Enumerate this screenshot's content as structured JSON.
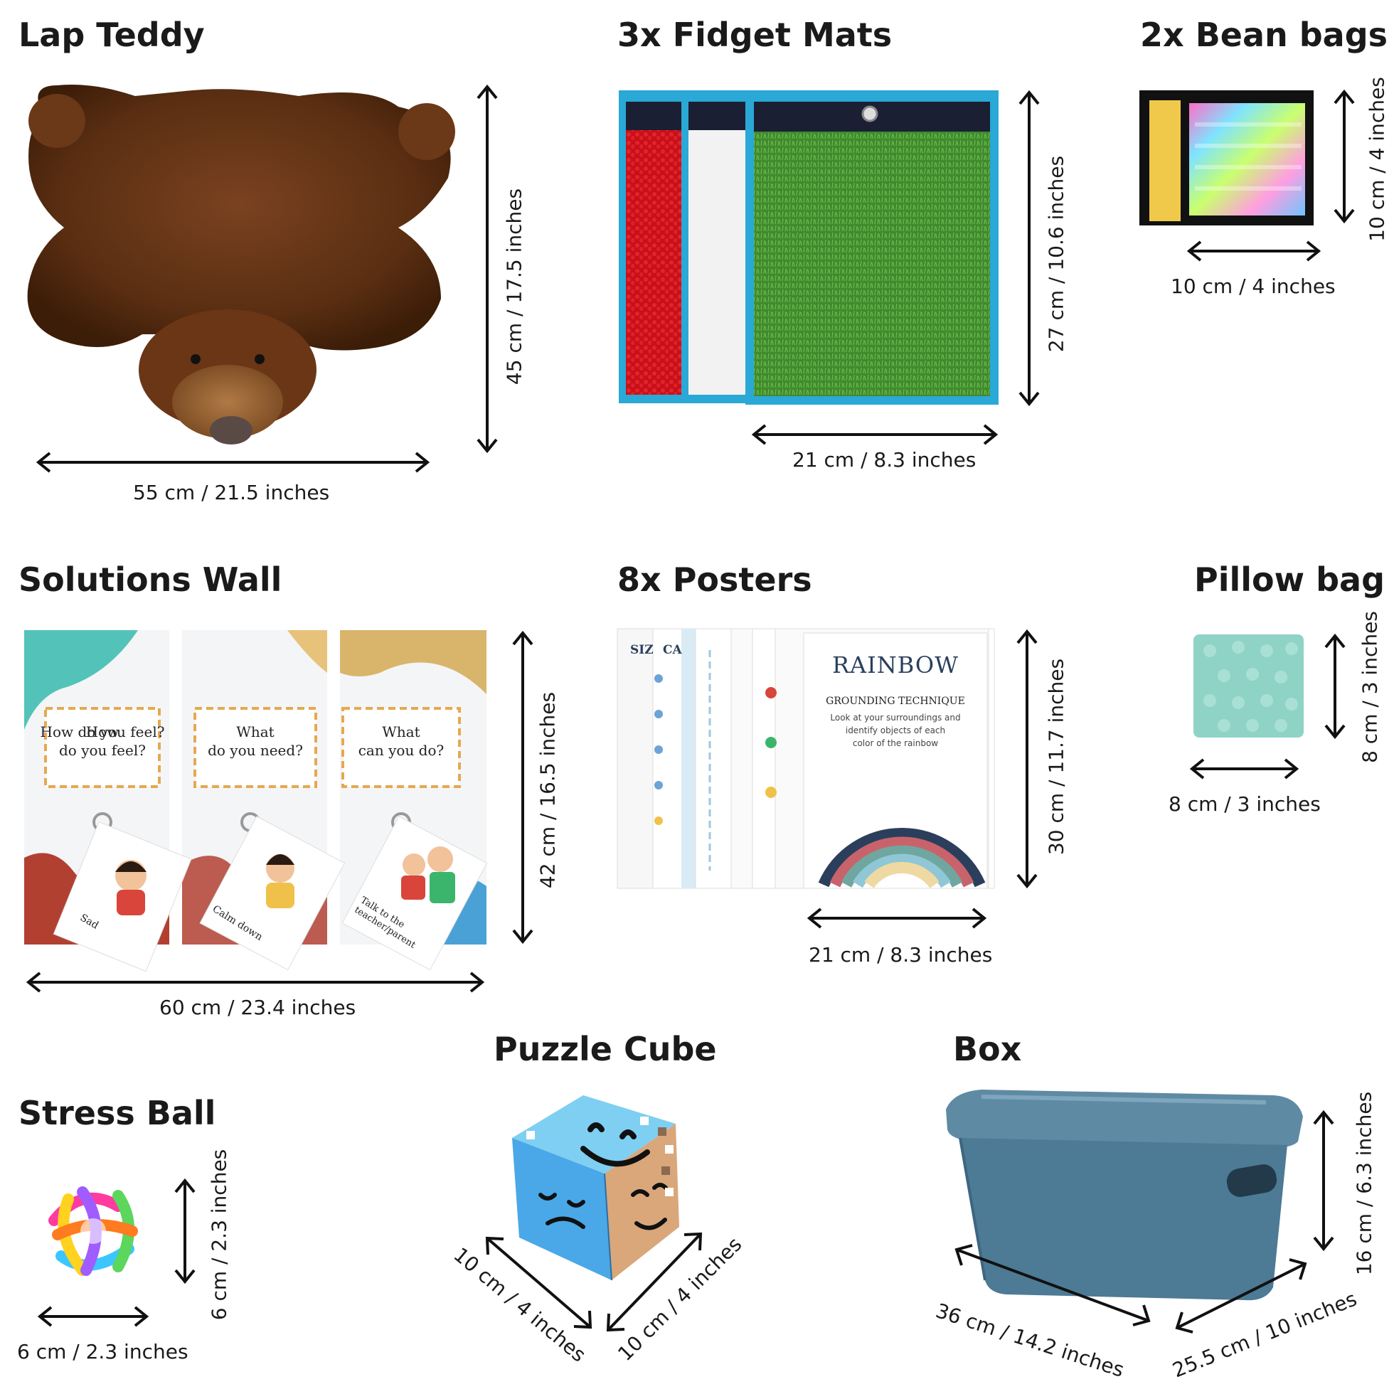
{
  "items": {
    "lap_teddy": {
      "title": "Lap Teddy",
      "width": "55 cm / 21.5 inches",
      "height": "45 cm / 17.5 inches"
    },
    "fidget_mats": {
      "title": "3x Fidget Mats",
      "width": "21 cm / 8.3 inches",
      "height": "27 cm / 10.6 inches"
    },
    "bean_bags": {
      "title": "2x Bean bags",
      "width": "10 cm / 4 inches",
      "height": "10 cm / 4 inches"
    },
    "solutions_wall": {
      "title": "Solutions Wall",
      "width": "60 cm / 23.4 inches",
      "height": "42 cm / 16.5 inches",
      "cards": [
        {
          "question": "How\ndo you feel?",
          "answer": "Sad"
        },
        {
          "question": "What\ndo you need?",
          "answer": "Calm down"
        },
        {
          "question": "What\ncan you do?",
          "answer": "Talk to the\nteacher/parent"
        }
      ]
    },
    "posters": {
      "title": "8x Posters",
      "width": "21 cm / 8.3 inches",
      "height": "30 cm / 11.7 inches",
      "front_title": "RAINBOW",
      "front_subtitle": "GROUNDING TECHNIQUE",
      "front_body": [
        "Look at your surroundings and",
        "identify objects of each",
        "color of the rainbow"
      ],
      "back_labels": [
        "SIZ",
        "CA"
      ]
    },
    "pillow_bag": {
      "title": "Pillow bag",
      "width": "8 cm / 3 inches",
      "height": "8 cm / 3 inches"
    },
    "puzzle_cube": {
      "title": "Puzzle Cube",
      "left_edge": "10 cm / 4 inches",
      "right_edge": "10 cm / 4 inches"
    },
    "box": {
      "title": "Box",
      "length": "36 cm / 14.2 inches",
      "depth": "25.5 cm / 10 inches",
      "height": "16 cm / 6.3 inches"
    },
    "stress_ball": {
      "title": "Stress Ball",
      "width": "6 cm / 2.3 inches",
      "height": "6 cm / 2.3 inches"
    }
  },
  "colors": {
    "text": "#1a1a1a",
    "teddy_brown": "#5a2e12",
    "mat_border": "#2aa8d6",
    "grass": "#3f8a2e",
    "shag_red": "#d8141c",
    "pillow_mint": "#8fd3c7",
    "box_blue": "#4d7a95",
    "cube_blue": "#5bb8ec"
  },
  "icons": [
    "double-arrow-icon"
  ]
}
